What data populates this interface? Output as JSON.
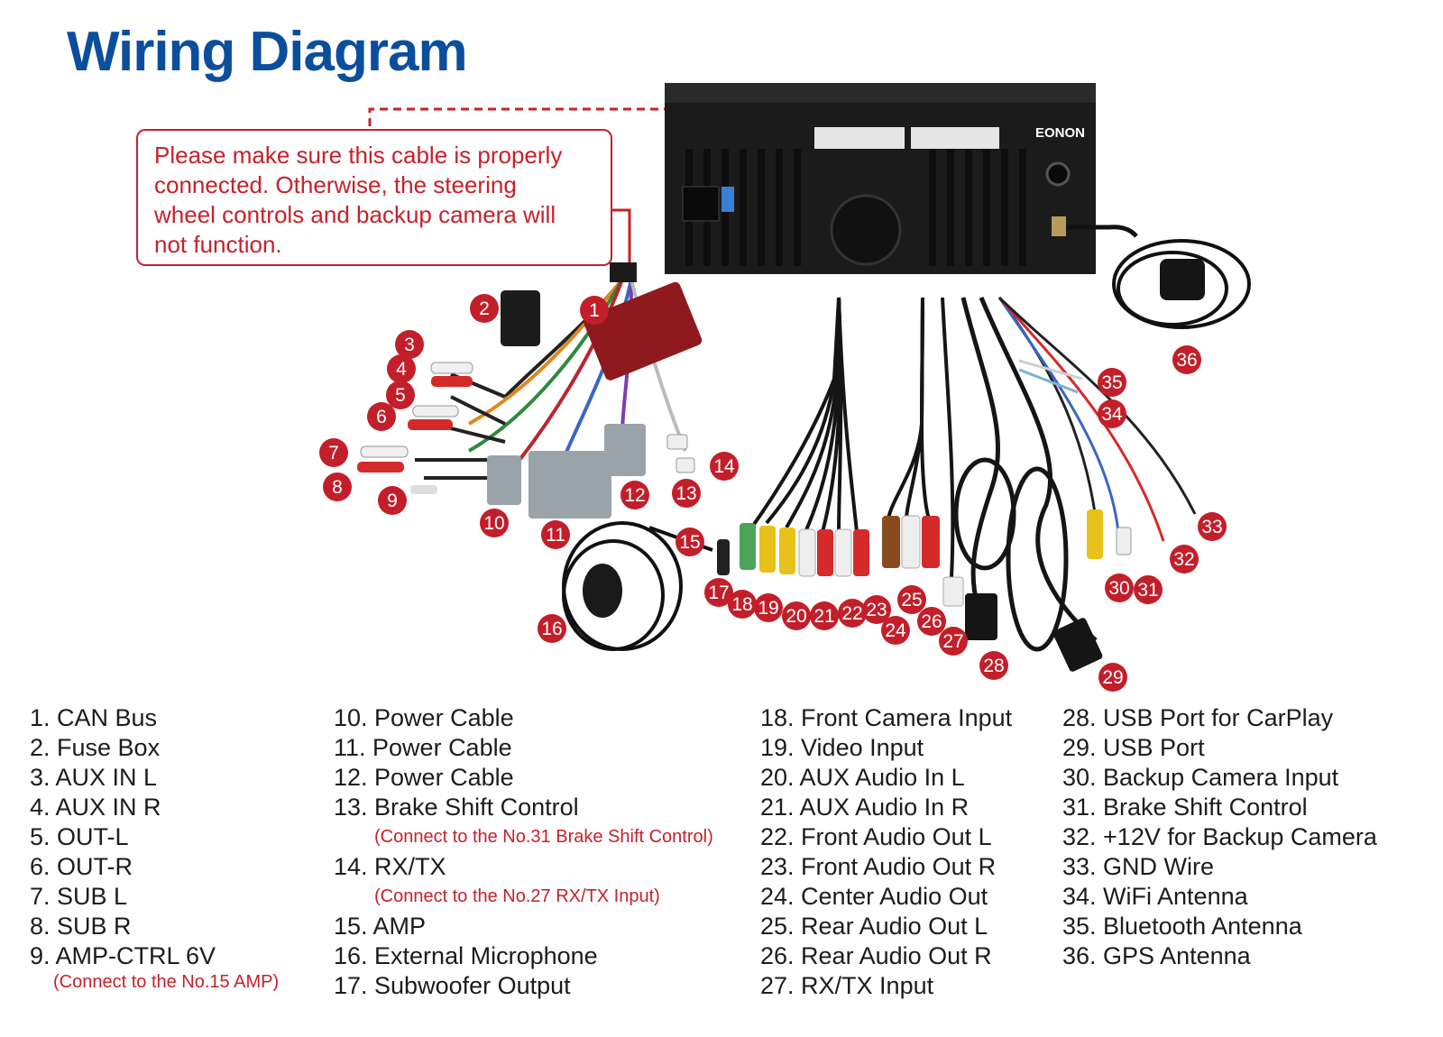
{
  "title": "Wiring Diagram",
  "warning": {
    "lines": [
      "Please make sure this cable is properly",
      "connected. Otherwise, the steering",
      "wheel controls and backup camera will",
      "not function."
    ]
  },
  "unit_brand": "EONON",
  "colors": {
    "title_blue": "#0b4e9c",
    "accent_red": "#c8202a",
    "badge_red": "#c21f2a",
    "unit_black": "#1b1b1b"
  },
  "badges": [
    "1",
    "2",
    "3",
    "4",
    "5",
    "6",
    "7",
    "8",
    "9",
    "10",
    "11",
    "12",
    "13",
    "14",
    "15",
    "16",
    "17",
    "18",
    "19",
    "20",
    "21",
    "22",
    "23",
    "24",
    "25",
    "26",
    "27",
    "28",
    "29",
    "30",
    "31",
    "32",
    "33",
    "34",
    "35",
    "36"
  ],
  "legend": {
    "col1": [
      {
        "label": "1. CAN Bus"
      },
      {
        "label": "2. Fuse Box"
      },
      {
        "label": "3. AUX IN L"
      },
      {
        "label": "4. AUX IN R"
      },
      {
        "label": "5. OUT-L"
      },
      {
        "label": "6. OUT-R"
      },
      {
        "label": "7. SUB L"
      },
      {
        "label": "8. SUB R"
      },
      {
        "label": "9. AMP-CTRL 6V",
        "note": "(Connect to the No.15 AMP)"
      }
    ],
    "col2": [
      {
        "label": "10. Power Cable"
      },
      {
        "label": "11. Power Cable"
      },
      {
        "label": "12. Power Cable"
      },
      {
        "label": "13. Brake Shift Control",
        "note": "(Connect to the No.31 Brake Shift Control)"
      },
      {
        "label": "14. RX/TX",
        "note": "(Connect to the No.27 RX/TX Input)"
      },
      {
        "label": "15. AMP"
      },
      {
        "label": "16. External Microphone"
      },
      {
        "label": "17. Subwoofer Output"
      }
    ],
    "col3": [
      {
        "label": "18. Front Camera Input"
      },
      {
        "label": "19. Video Input"
      },
      {
        "label": "20. AUX Audio In L"
      },
      {
        "label": "21. AUX Audio In R"
      },
      {
        "label": "22. Front Audio Out L"
      },
      {
        "label": "23. Front Audio Out R"
      },
      {
        "label": "24. Center Audio Out"
      },
      {
        "label": "25. Rear Audio Out L"
      },
      {
        "label": "26. Rear Audio Out R"
      },
      {
        "label": "27. RX/TX Input"
      }
    ],
    "col4": [
      {
        "label": "28. USB Port for CarPlay"
      },
      {
        "label": "29. USB Port"
      },
      {
        "label": "30. Backup Camera Input"
      },
      {
        "label": "31. Brake Shift Control"
      },
      {
        "label": "32. +12V for Backup Camera"
      },
      {
        "label": "33. GND Wire"
      },
      {
        "label": "34. WiFi Antenna"
      },
      {
        "label": "35. Bluetooth Antenna"
      },
      {
        "label": "36. GPS Antenna"
      }
    ]
  }
}
